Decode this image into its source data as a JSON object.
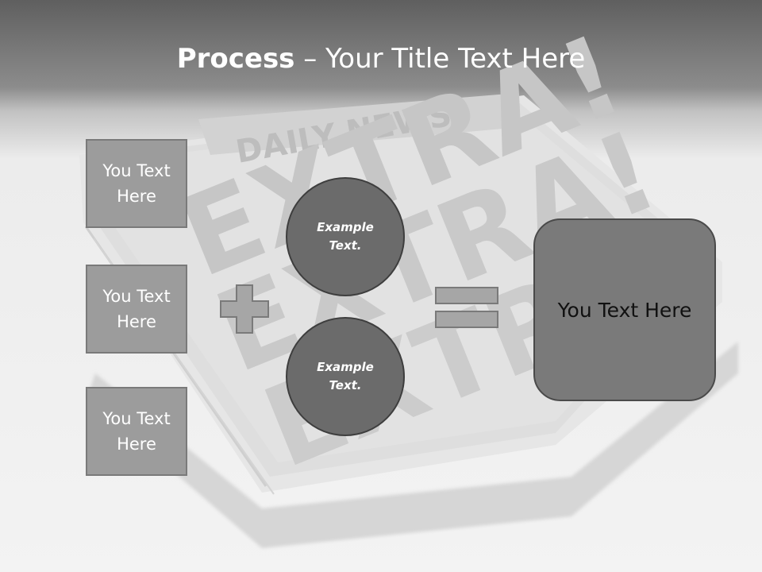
{
  "title": {
    "bold": "Process",
    "rest": " – Your Title Text Here"
  },
  "background": {
    "masthead": "DAILY NEWS",
    "headline": "EXTRA!"
  },
  "left_boxes": [
    {
      "label": "You Text Here"
    },
    {
      "label": "You Text Here"
    },
    {
      "label": "You Text Here"
    }
  ],
  "circles": [
    {
      "label": "Example Text."
    },
    {
      "label": "Example Text."
    }
  ],
  "result": {
    "label": "You Text Here"
  },
  "colors": {
    "box_fill": "#9c9c9c",
    "circle_fill": "#6b6b6b",
    "result_fill": "#7a7a7a",
    "operator_fill": "#a6a6a6"
  }
}
